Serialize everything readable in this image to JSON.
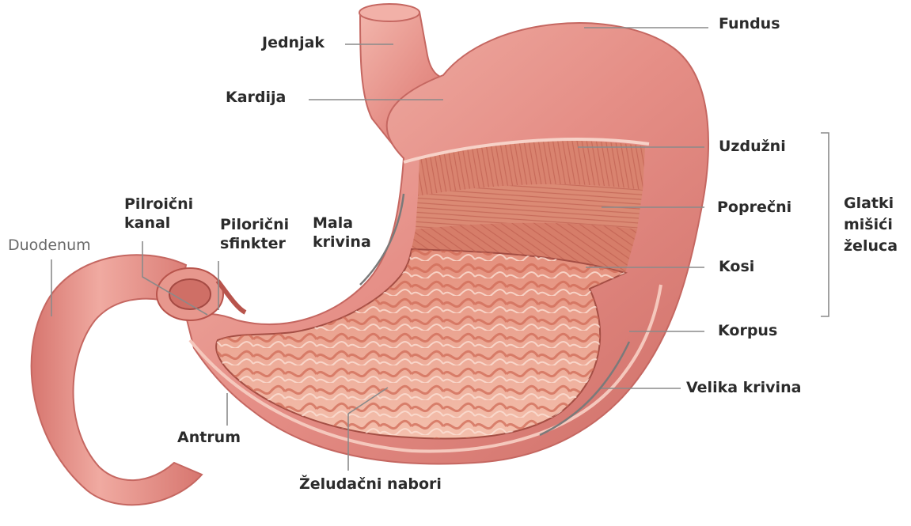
{
  "labels": {
    "fundus": "Fundus",
    "jednjak": "Jednjak",
    "kardija": "Kardija",
    "uzduzni": "Uzdužni",
    "poprecni": "Poprečni",
    "kosi": "Kosi",
    "glatki": [
      "Glatki",
      "mišići",
      "želuca"
    ],
    "korpus": "Korpus",
    "velika_krivina": "Velika krivina",
    "mala_krivina": [
      "Mala",
      "krivina"
    ],
    "piloricni_kanal": [
      "Pilroični",
      "kanal"
    ],
    "piloricni_sfinkter": [
      "Pilorični",
      "sfinkter"
    ],
    "duodenum": "Duodenum",
    "antrum": "Antrum",
    "zeludacni_nabori": "Želudačni nabori"
  },
  "colors": {
    "tissue_outer": "#e58e86",
    "tissue_highlight": "#f6c2b8",
    "tissue_shadow": "#c9645e",
    "muscle": "#d9836f",
    "mucosa": "#f1b7a5",
    "fold": "#d9735f",
    "leader": "#8a8a8a"
  }
}
